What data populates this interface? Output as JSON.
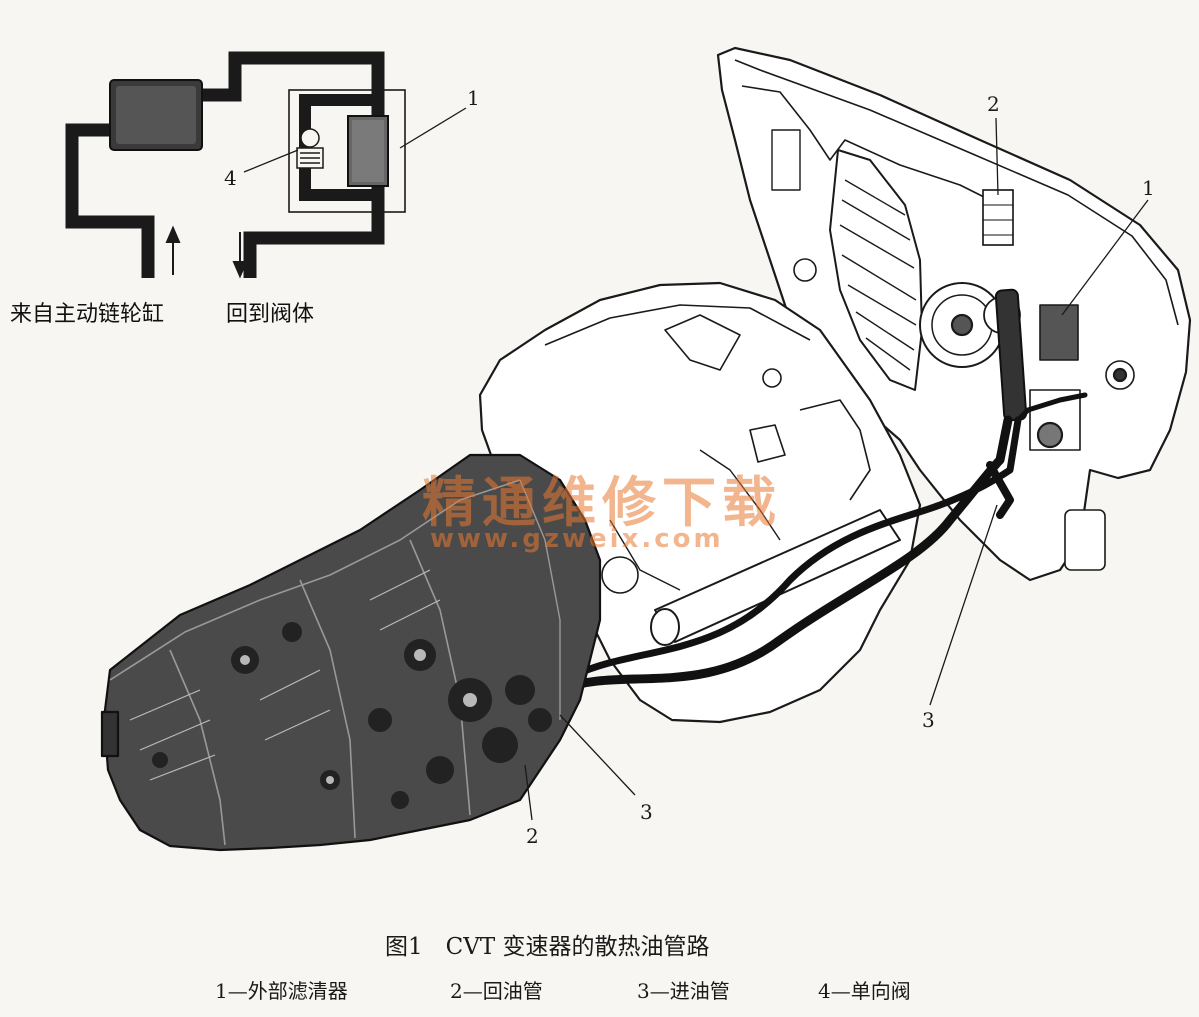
{
  "schematic": {
    "label_from": "来自主动链轮缸",
    "label_to": "回到阀体",
    "callout_1": "1",
    "callout_4": "4"
  },
  "illustration": {
    "callout_1": "1",
    "callout_2_top": "2",
    "callout_3_right": "3",
    "callout_3_bottom": "3",
    "callout_2_bottom": "2"
  },
  "watermark": {
    "title": "精通维修下载",
    "url": "www.gzweix.com"
  },
  "caption": {
    "title": "图1　CVT 变速器的散热油管路",
    "legend": [
      "1—外部滤清器",
      "2—回油管",
      "3—进油管",
      "4—单向阀"
    ]
  },
  "colors": {
    "background": "#f7f6f2",
    "ink": "#1a1a1a",
    "watermark": "#e87832"
  }
}
